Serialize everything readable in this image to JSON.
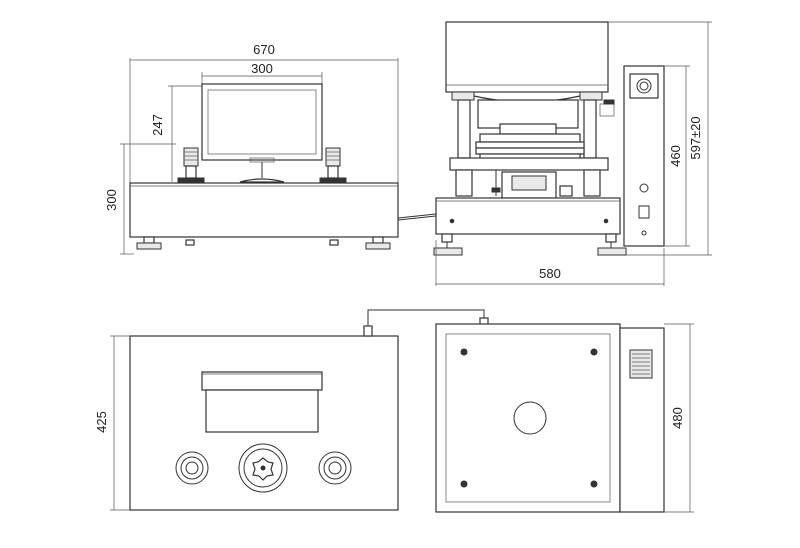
{
  "dimensions": {
    "front_width": "670",
    "monitor_width": "300",
    "monitor_height": "247",
    "base_height": "300",
    "side_width": "580",
    "panel_height": "460",
    "total_height": "597±20",
    "top_depth": "425",
    "top_right_depth": "480"
  },
  "colors": {
    "line": "#333333",
    "fill_light": "#e9e9e9",
    "background": "#ffffff"
  }
}
